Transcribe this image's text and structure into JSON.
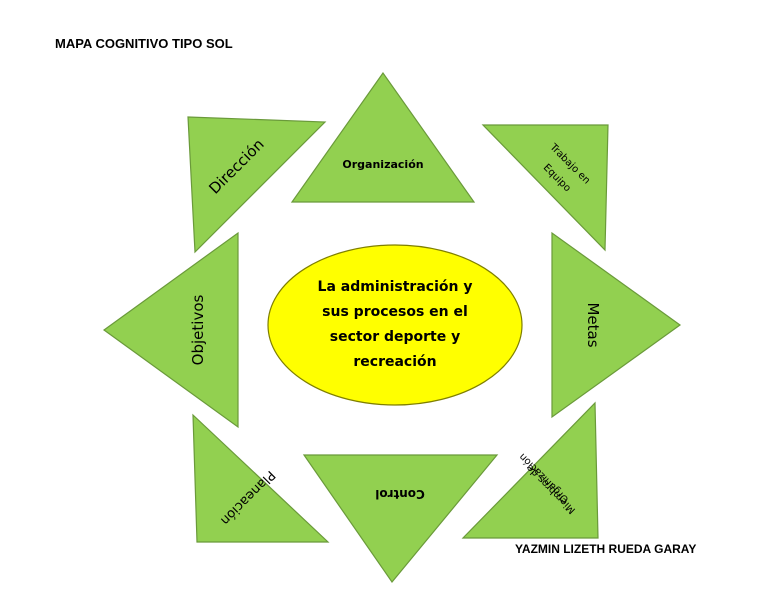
{
  "title": "MAPA COGNITIVO TIPO SOL",
  "author": "YAZMIN LIZETH RUEDA GARAY",
  "center": {
    "lines": [
      "La administración y",
      "sus procesos en el",
      "sector deporte y",
      "recreación"
    ],
    "fill": "#FFFF00",
    "stroke": "#7F7F00"
  },
  "rays": {
    "organizacion": "Organización",
    "direccion": "Dirección",
    "trabajo_line1": "Trabajo en",
    "trabajo_line2": "Equipo",
    "objetivos": "Objetivos",
    "metas": "Metas",
    "planeacion": "Planeación",
    "control": "Control",
    "miembros_line1": "Miembros de",
    "miembros_line2": "Organización"
  },
  "colors": {
    "ray_fill": "#92D050"
  }
}
